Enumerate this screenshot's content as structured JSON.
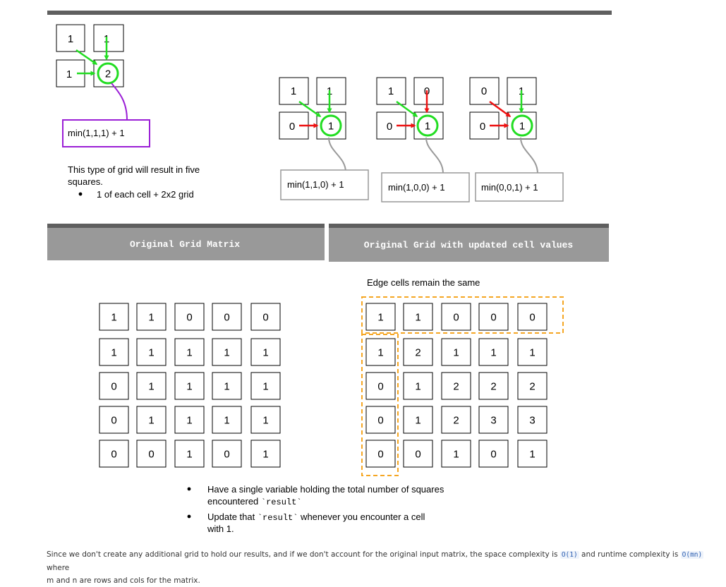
{
  "top_example": {
    "cells": [
      "1",
      "1",
      "1",
      "2"
    ],
    "formula": "min(1,1,1) + 1"
  },
  "note": {
    "lines": [
      "This type of grid will result in five",
      "squares."
    ],
    "bullet": "1 of each cell + 2x2 grid"
  },
  "examples": [
    {
      "cells": [
        "1",
        "1",
        "0",
        "1"
      ],
      "formula": "min(1,1,0) + 1"
    },
    {
      "cells": [
        "1",
        "0",
        "0",
        "1"
      ],
      "formula": "min(1,0,0) + 1"
    },
    {
      "cells": [
        "0",
        "1",
        "0",
        "1"
      ],
      "formula": "min(0,0,1) + 1"
    }
  ],
  "headers": {
    "left": "Original Grid Matrix",
    "right": "Original Grid with updated cell values"
  },
  "edge_note": "Edge cells remain the same",
  "original_grid": [
    [
      "1",
      "1",
      "0",
      "0",
      "0"
    ],
    [
      "1",
      "1",
      "1",
      "1",
      "1"
    ],
    [
      "0",
      "1",
      "1",
      "1",
      "1"
    ],
    [
      "0",
      "1",
      "1",
      "1",
      "1"
    ],
    [
      "0",
      "0",
      "1",
      "0",
      "1"
    ]
  ],
  "updated_grid": [
    [
      "1",
      "1",
      "0",
      "0",
      "0"
    ],
    [
      "1",
      "2",
      "1",
      "1",
      "1"
    ],
    [
      "0",
      "1",
      "2",
      "2",
      "2"
    ],
    [
      "0",
      "1",
      "2",
      "3",
      "3"
    ],
    [
      "0",
      "0",
      "1",
      "0",
      "1"
    ]
  ],
  "bullets": [
    {
      "lines": [
        "Have a single variable holding the total number of squares"
      ],
      "pre": "encountered ",
      "code": "`result`",
      "post": ""
    },
    {
      "lines": [],
      "pre": "Update that ",
      "code": "`result`",
      "post": "  whenever you encounter a cell",
      "tail": "with 1."
    }
  ],
  "footer": {
    "text1": "Since we don't create any additional grid to hold our results, and if we don't account for the original input matrix, the space complexity is ",
    "code1": "O(1)",
    "text2": " and runtime complexity is ",
    "code2": "O(mn)",
    "text3": " where",
    "text4": "m and n are rows and cols for the matrix."
  },
  "colors": {
    "green": "#22dd22",
    "red": "#ee1111",
    "purple": "#9b1fd6",
    "orange": "#f5a623",
    "header_bg": "#999999",
    "bar": "#5f5f5f"
  }
}
